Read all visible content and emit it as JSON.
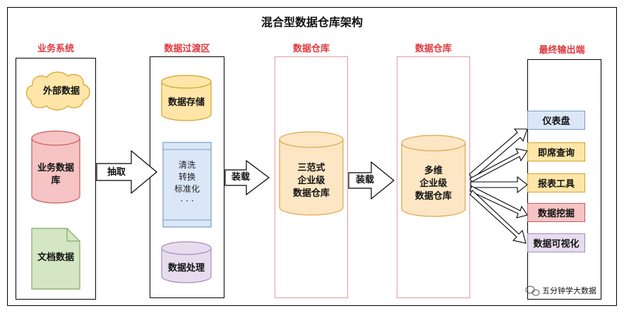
{
  "title": "混合型数据仓库架构",
  "columns": {
    "sources": {
      "header": "业务系统",
      "items": [
        "外部数据",
        "业务数据\n库",
        "文档数据"
      ]
    },
    "staging": {
      "header": "数据过渡区",
      "top": "数据存储",
      "process_lines": [
        "清洗",
        "转换",
        "标准化",
        "· · ·"
      ],
      "bottom": "数据处理"
    },
    "dw_normal": {
      "header": "数据仓库",
      "body": "三范式\n企业级\n数据仓库"
    },
    "dw_dim": {
      "header": "数据仓库",
      "body": "多维\n企业级\n数据仓库"
    },
    "outputs": {
      "header": "最终输出端",
      "items": [
        "仪表盘",
        "即席查询",
        "报表工具",
        "数据挖掘",
        "数据可视化"
      ]
    }
  },
  "arrows": {
    "extract": "抽取",
    "load1": "装载",
    "load2": "装载"
  },
  "watermark": "五分钟学大数据",
  "colors": {
    "header_red": "#e0383e",
    "yellow_fill": "#ffe6a8",
    "yellow_stroke": "#d6a227",
    "red_fill": "#f6c4c4",
    "red_stroke": "#c85a5a",
    "green_fill": "#d4e6c4",
    "green_stroke": "#83a869",
    "blue_fill": "#dbe7f7",
    "blue_stroke": "#7a9cc8",
    "purple_fill": "#e6dcee",
    "purple_stroke": "#a68bbb",
    "orange_fill": "#fce6c4",
    "orange_stroke": "#e2a34a",
    "dw_border": "#ea9a9a"
  }
}
